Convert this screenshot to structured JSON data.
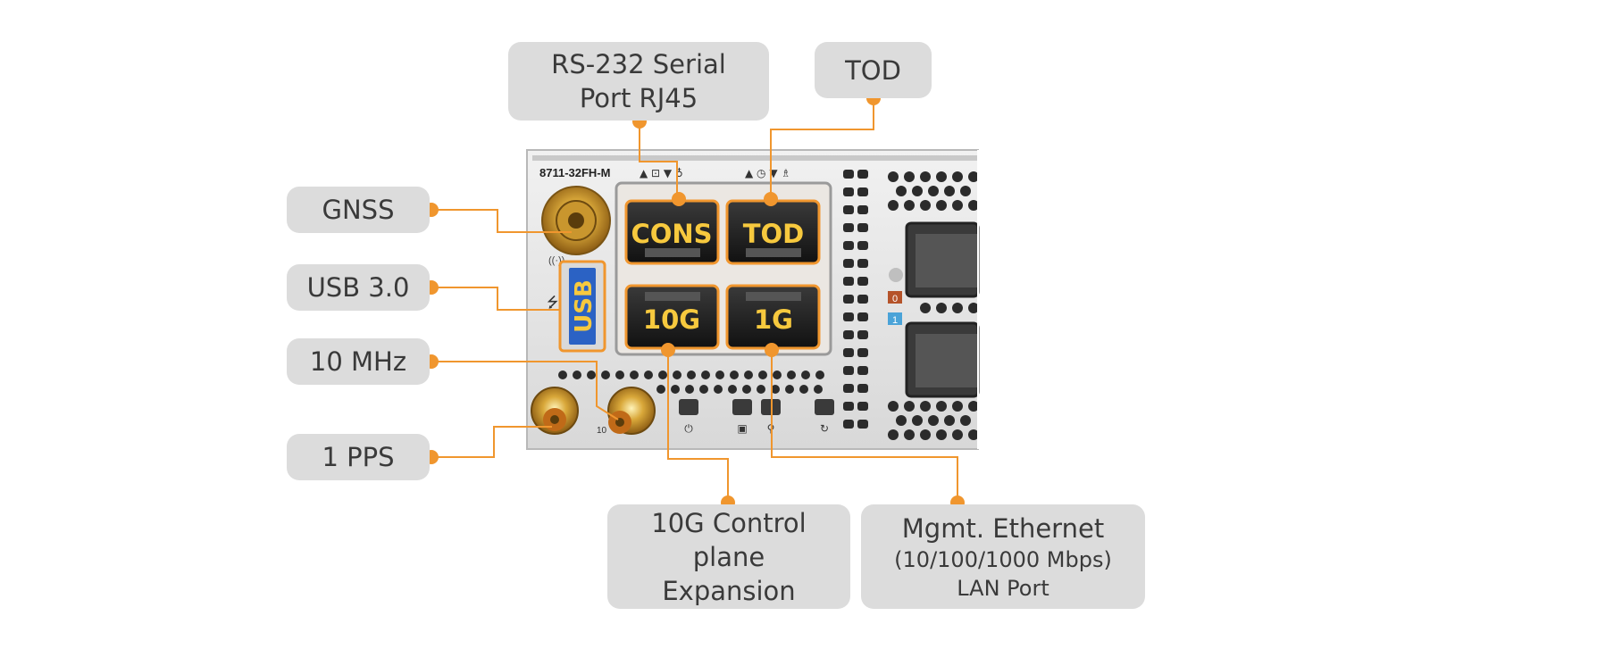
{
  "callouts": {
    "rs232": [
      "RS-232 Serial",
      "Port RJ45"
    ],
    "tod": "TOD",
    "gnss": "GNSS",
    "usb": "USB 3.0",
    "mhz": "10 MHz",
    "pps": "1 PPS",
    "control_plane": [
      "10G Control",
      "plane",
      "Expansion"
    ],
    "mgmt": [
      "Mgmt. Ethernet",
      "(10/100/1000 Mbps)",
      "LAN Port"
    ]
  },
  "device": {
    "model": "8711-32FH-M",
    "ports": {
      "cons": "CONS",
      "tod": "TOD",
      "ten_g": "10G",
      "one_g": "1G",
      "usb": "USB"
    },
    "led_0": "0",
    "led_1": "1",
    "connector_10": "10"
  },
  "colors": {
    "accent": "#f0962e",
    "port_label": "#f7c93e",
    "callout_bg": "#dcdcdc",
    "chassis": "#e6e6e6",
    "usb_blue": "#2b62c4"
  }
}
